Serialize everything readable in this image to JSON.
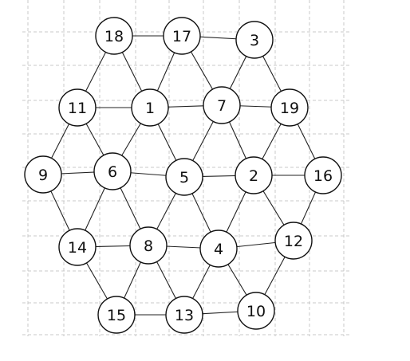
{
  "graph": {
    "nodes": [
      {
        "id": "18",
        "label": "18"
      },
      {
        "id": "17",
        "label": "17"
      },
      {
        "id": "3",
        "label": "3"
      },
      {
        "id": "11",
        "label": "11"
      },
      {
        "id": "1",
        "label": "1"
      },
      {
        "id": "7",
        "label": "7"
      },
      {
        "id": "19",
        "label": "19"
      },
      {
        "id": "9",
        "label": "9"
      },
      {
        "id": "6",
        "label": "6"
      },
      {
        "id": "5",
        "label": "5"
      },
      {
        "id": "2",
        "label": "2"
      },
      {
        "id": "16",
        "label": "16"
      },
      {
        "id": "14",
        "label": "14"
      },
      {
        "id": "8",
        "label": "8"
      },
      {
        "id": "4",
        "label": "4"
      },
      {
        "id": "12",
        "label": "12"
      },
      {
        "id": "15",
        "label": "15"
      },
      {
        "id": "13",
        "label": "13"
      },
      {
        "id": "10",
        "label": "10"
      }
    ],
    "edges": [
      [
        "18",
        "17"
      ],
      [
        "17",
        "3"
      ],
      [
        "11",
        "1"
      ],
      [
        "1",
        "7"
      ],
      [
        "7",
        "19"
      ],
      [
        "9",
        "6"
      ],
      [
        "6",
        "5"
      ],
      [
        "5",
        "2"
      ],
      [
        "2",
        "16"
      ],
      [
        "14",
        "8"
      ],
      [
        "8",
        "4"
      ],
      [
        "4",
        "12"
      ],
      [
        "15",
        "13"
      ],
      [
        "13",
        "10"
      ],
      [
        "18",
        "11"
      ],
      [
        "18",
        "1"
      ],
      [
        "17",
        "1"
      ],
      [
        "17",
        "7"
      ],
      [
        "3",
        "7"
      ],
      [
        "3",
        "19"
      ],
      [
        "11",
        "9"
      ],
      [
        "11",
        "6"
      ],
      [
        "1",
        "6"
      ],
      [
        "1",
        "5"
      ],
      [
        "7",
        "5"
      ],
      [
        "7",
        "2"
      ],
      [
        "19",
        "2"
      ],
      [
        "19",
        "16"
      ],
      [
        "9",
        "14"
      ],
      [
        "6",
        "14"
      ],
      [
        "6",
        "8"
      ],
      [
        "5",
        "8"
      ],
      [
        "5",
        "4"
      ],
      [
        "2",
        "4"
      ],
      [
        "2",
        "12"
      ],
      [
        "16",
        "12"
      ],
      [
        "14",
        "15"
      ],
      [
        "8",
        "15"
      ],
      [
        "8",
        "13"
      ],
      [
        "4",
        "13"
      ],
      [
        "4",
        "10"
      ],
      [
        "12",
        "10"
      ]
    ]
  }
}
